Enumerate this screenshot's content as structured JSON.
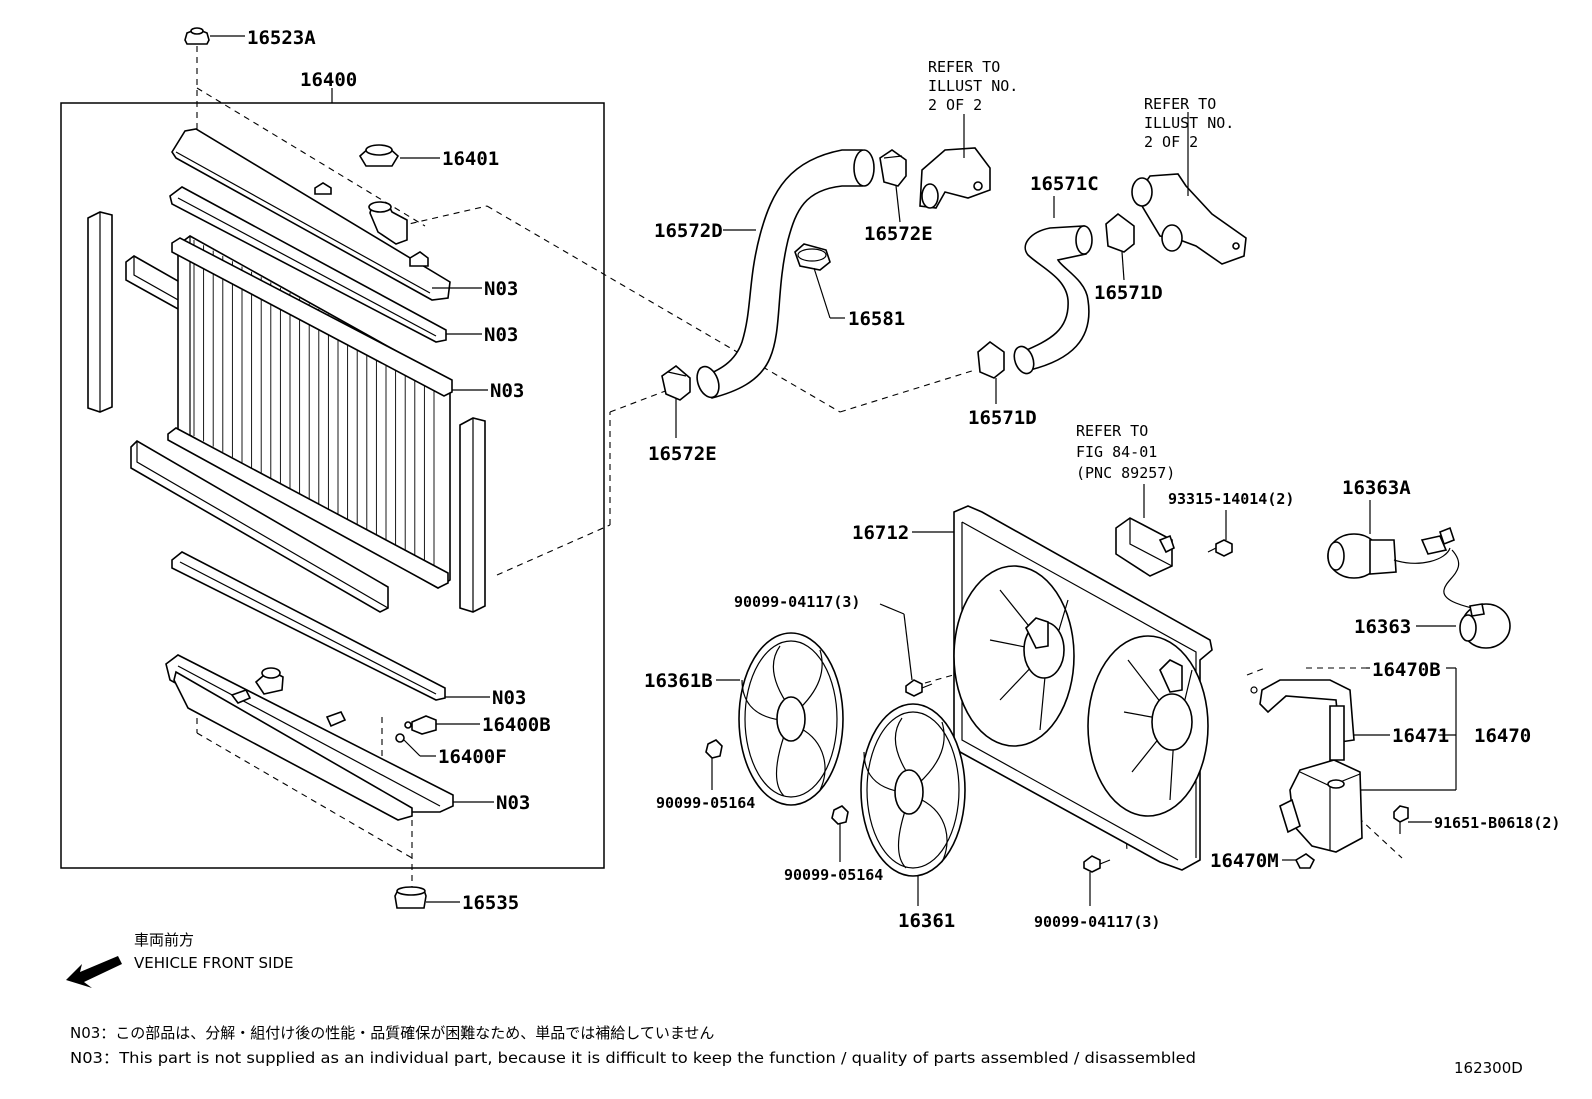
{
  "parts": {
    "p16523A": "16523A",
    "p16400": "16400",
    "p16401": "16401",
    "pN03a": "N03",
    "pN03b": "N03",
    "pN03c": "N03",
    "pN03d": "N03",
    "pN03e": "N03",
    "p16400B": "16400B",
    "p16400F": "16400F",
    "p16535": "16535",
    "p16572D": "16572D",
    "p16572E_top": "16572E",
    "p16572E_left": "16572E",
    "p16581": "16581",
    "p16571C": "16571C",
    "p16571D_top": "16571D",
    "p16571D_bottom": "16571D",
    "p16712": "16712",
    "p93315": "93315-14014(2)",
    "p16363A": "16363A",
    "p16363": "16363",
    "p90099_04117_top": "90099-04117(3)",
    "p90099_04117_bottom": "90099-04117(3)",
    "p16361B": "16361B",
    "p90099_05164_left": "90099-05164",
    "p90099_05164_mid": "90099-05164",
    "p16361": "16361",
    "p16470B": "16470B",
    "p16471": "16471",
    "p16470": "16470",
    "p91651": "91651-B0618(2)",
    "p16470M": "16470M"
  },
  "refs": {
    "ref1_l1": "REFER TO",
    "ref1_l2": "ILLUST NO.",
    "ref1_l3": "2 OF 2",
    "ref2_l1": "REFER TO",
    "ref2_l2": "ILLUST NO.",
    "ref2_l3": "2 OF 2",
    "ref3_l1": "REFER TO",
    "ref3_l2": "FIG 84-01",
    "ref3_l3": "(PNC 89257)"
  },
  "direction": {
    "jp": "車両前方",
    "en": "VEHICLE FRONT SIDE"
  },
  "notes": {
    "jp": "N03：この部品は、分解・組付け後の性能・品質確保が困難なため、単品では補給していません",
    "en": "N03：This part is not supplied as an individual part, because it is difficult to keep the function / quality of parts assembled / disassembled"
  },
  "figure_id": "162300D"
}
